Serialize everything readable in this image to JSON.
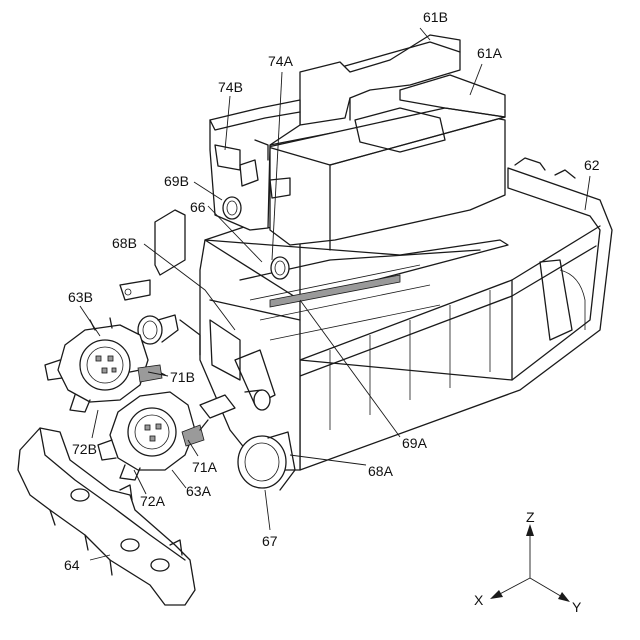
{
  "labels": {
    "l61B": "61B",
    "l61A": "61A",
    "l74A": "74A",
    "l74B": "74B",
    "l62": "62",
    "l69B": "69B",
    "l66": "66",
    "l68B": "68B",
    "l63B": "63B",
    "l71B": "71B",
    "l72B": "72B",
    "l71A": "71A",
    "l63A": "63A",
    "l72A": "72A",
    "l69A": "69A",
    "l68A": "68A",
    "l67": "67",
    "l64": "64"
  },
  "axes": {
    "z": "Z",
    "x": "X",
    "y": "Y"
  }
}
